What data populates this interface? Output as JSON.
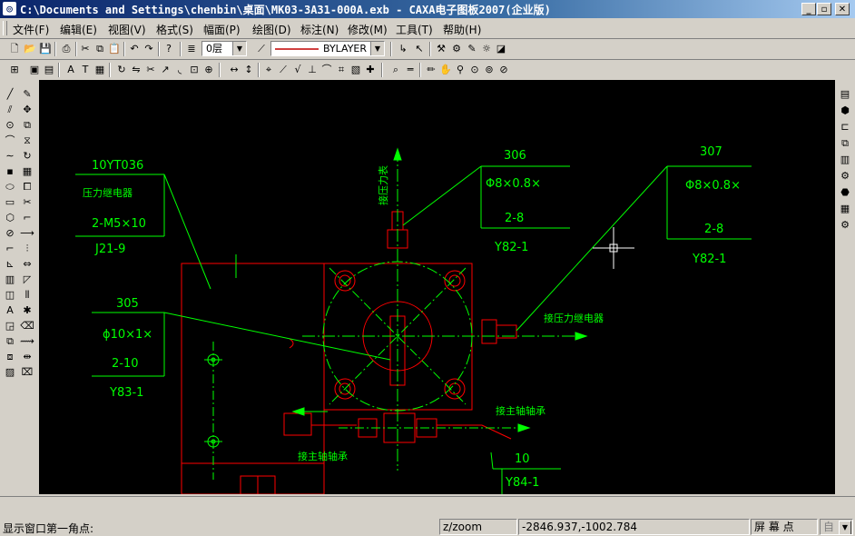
{
  "window": {
    "title": "C:\\Documents and Settings\\chenbin\\桌面\\MK03-3A31-000A.exb - CAXA电子图板2007(企业版)",
    "buttons": {
      "minimize": "_",
      "restore": "▫",
      "close": "✕"
    }
  },
  "menu": [
    "文件(F)",
    "编辑(E)",
    "视图(V)",
    "格式(S)",
    "幅面(P)",
    "绘图(D)",
    "标注(N)",
    "修改(M)",
    "工具(T)",
    "帮助(H)"
  ],
  "toolbar": {
    "layer_value": "0层",
    "linetype_value": "BYLAYER"
  },
  "drawing": {
    "colors": {
      "background": "#000000",
      "green": "#00ff00",
      "red": "#ff0000",
      "white": "#ffffff",
      "cyan": "#00ffff"
    },
    "callouts": [
      {
        "id": "top-left",
        "lines": [
          "10YT036",
          "压力继电器",
          "2-M5×10"
        ],
        "code": "J21-9"
      },
      {
        "id": "left-mid",
        "lines": [
          "305",
          "ϕ10×1×",
          "2-10"
        ],
        "code": "Y83-1"
      },
      {
        "id": "center-top",
        "lines": [
          "306",
          "Φ8×0.8×",
          "2-8"
        ],
        "code": "Y82-1"
      },
      {
        "id": "right-top",
        "lines": [
          "307",
          "Φ8×0.8×",
          "2-8"
        ],
        "code": "Y82-1"
      },
      {
        "id": "bottom",
        "lines": [
          "10"
        ],
        "code": "Y84-1"
      }
    ],
    "labels": {
      "pressure_gauge": "接压力表",
      "pressure_relay": "接压力继电器",
      "spindle_bearing_right": "接主轴轴承",
      "spindle_bearing_left": "接主轴轴承"
    }
  },
  "status": {
    "prompt": "显示窗口第一角点:",
    "command": "z/zoom",
    "coordinates": "-2846.937,-1002.784",
    "snap_mode": "屏 幕 点",
    "mode_select": "自"
  }
}
